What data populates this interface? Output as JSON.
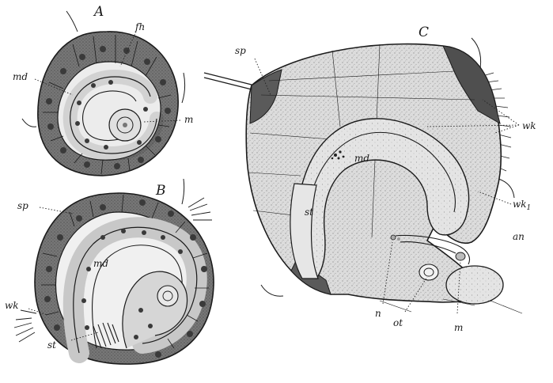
{
  "figure": {
    "panels": [
      {
        "id": "A",
        "label": "A"
      },
      {
        "id": "B",
        "label": "B"
      },
      {
        "id": "C",
        "label": "C"
      }
    ],
    "labels": {
      "A_fh": "fh",
      "A_md": "md",
      "A_m": "m",
      "B_sp": "sp",
      "B_md": "md",
      "B_wk": "wk",
      "B_st": "st",
      "C_sp": "sp",
      "C_md": "md",
      "C_st": "st",
      "C_wk": "wk",
      "C_wk1": "wk",
      "C_wk1_sub": "1",
      "C_an": "an",
      "C_n": "n",
      "C_ot": "ot",
      "C_m": "m"
    }
  },
  "colors": {
    "ectoderm_dark": "#6e6e6e",
    "endoderm_light": "#c9c9c9",
    "background_fill": "#d8d8d8",
    "ink": "#1b1b1b"
  }
}
